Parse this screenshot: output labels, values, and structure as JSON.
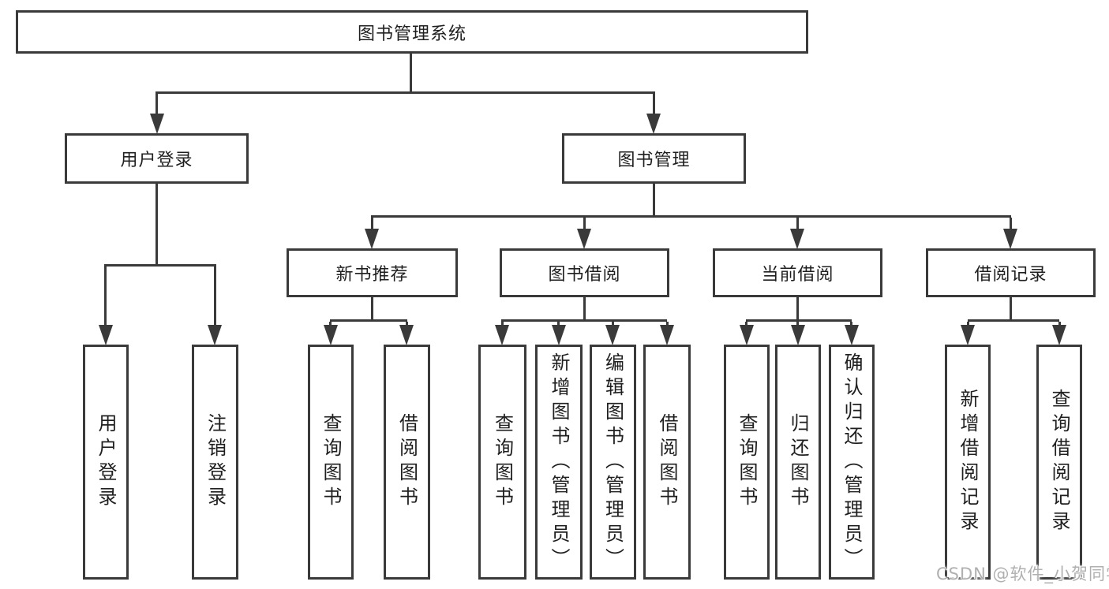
{
  "tree": {
    "root": {
      "label": "图书管理系统",
      "children": [
        {
          "label": "用户登录",
          "children": [
            {
              "label": "用户登录"
            },
            {
              "label": "注销登录"
            }
          ]
        },
        {
          "label": "图书管理",
          "children": [
            {
              "label": "新书推荐",
              "children": [
                {
                  "label": "查询图书"
                },
                {
                  "label": "借阅图书"
                }
              ]
            },
            {
              "label": "图书借阅",
              "children": [
                {
                  "label": "查询图书"
                },
                {
                  "label": "新增图书（管理员）"
                },
                {
                  "label": "编辑图书（管理员）"
                },
                {
                  "label": "借阅图书"
                }
              ]
            },
            {
              "label": "当前借阅",
              "children": [
                {
                  "label": "查询图书"
                },
                {
                  "label": "归还图书"
                },
                {
                  "label": "确认归还（管理员）"
                }
              ]
            },
            {
              "label": "借阅记录",
              "children": [
                {
                  "label": "新增借阅记录"
                },
                {
                  "label": "查询借阅记录"
                }
              ]
            }
          ]
        }
      ]
    }
  },
  "watermark": "CSDN @软件_小贺同学",
  "colors": {
    "line": "#3a3a3a",
    "box_border": "#3a3a3a",
    "text": "#1f1f1f",
    "background": "#ffffff",
    "watermark": "#b0b0b0"
  }
}
